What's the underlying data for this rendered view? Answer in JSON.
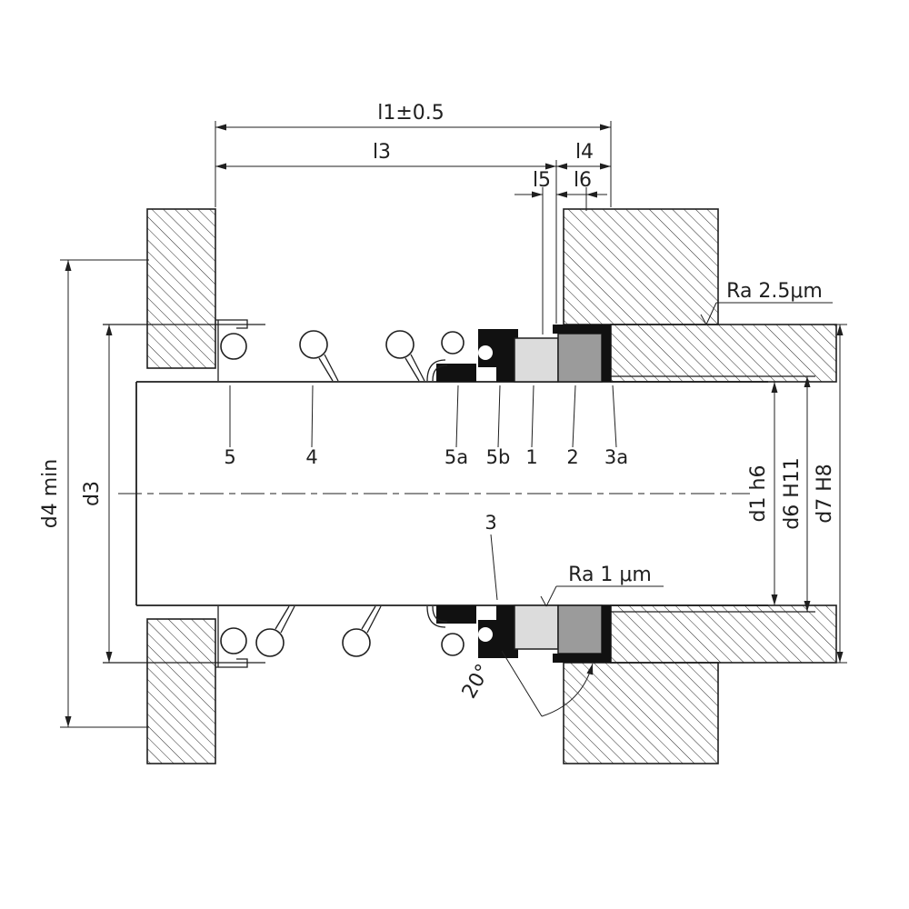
{
  "drawing": {
    "type": "mechanical-seal-installation-section",
    "dim_top": {
      "l1": "l1±0.5",
      "l3": "l3",
      "l4": "l4",
      "l5": "l5",
      "l6": "l6"
    },
    "dim_left": {
      "d4": "d4 min",
      "d3": "d3"
    },
    "dim_right": {
      "d1": "d1 h6",
      "d6": "d6 H11",
      "d7": "d7 H8"
    },
    "surface": {
      "ra_top": "Ra 2.5μm",
      "ra_mid": "Ra 1 μm"
    },
    "angle_label": "20°",
    "parts": {
      "p5": "5",
      "p4": "4",
      "p5a": "5a",
      "p5b": "5b",
      "p1": "1",
      "p2": "2",
      "p3a": "3a",
      "p3": "3"
    },
    "colors": {
      "line": "#1f1f1f",
      "face_ring": "#dcdcdc",
      "seat_ring": "#9b9b9b",
      "elastomer": "#111111",
      "background": "#ffffff"
    }
  }
}
